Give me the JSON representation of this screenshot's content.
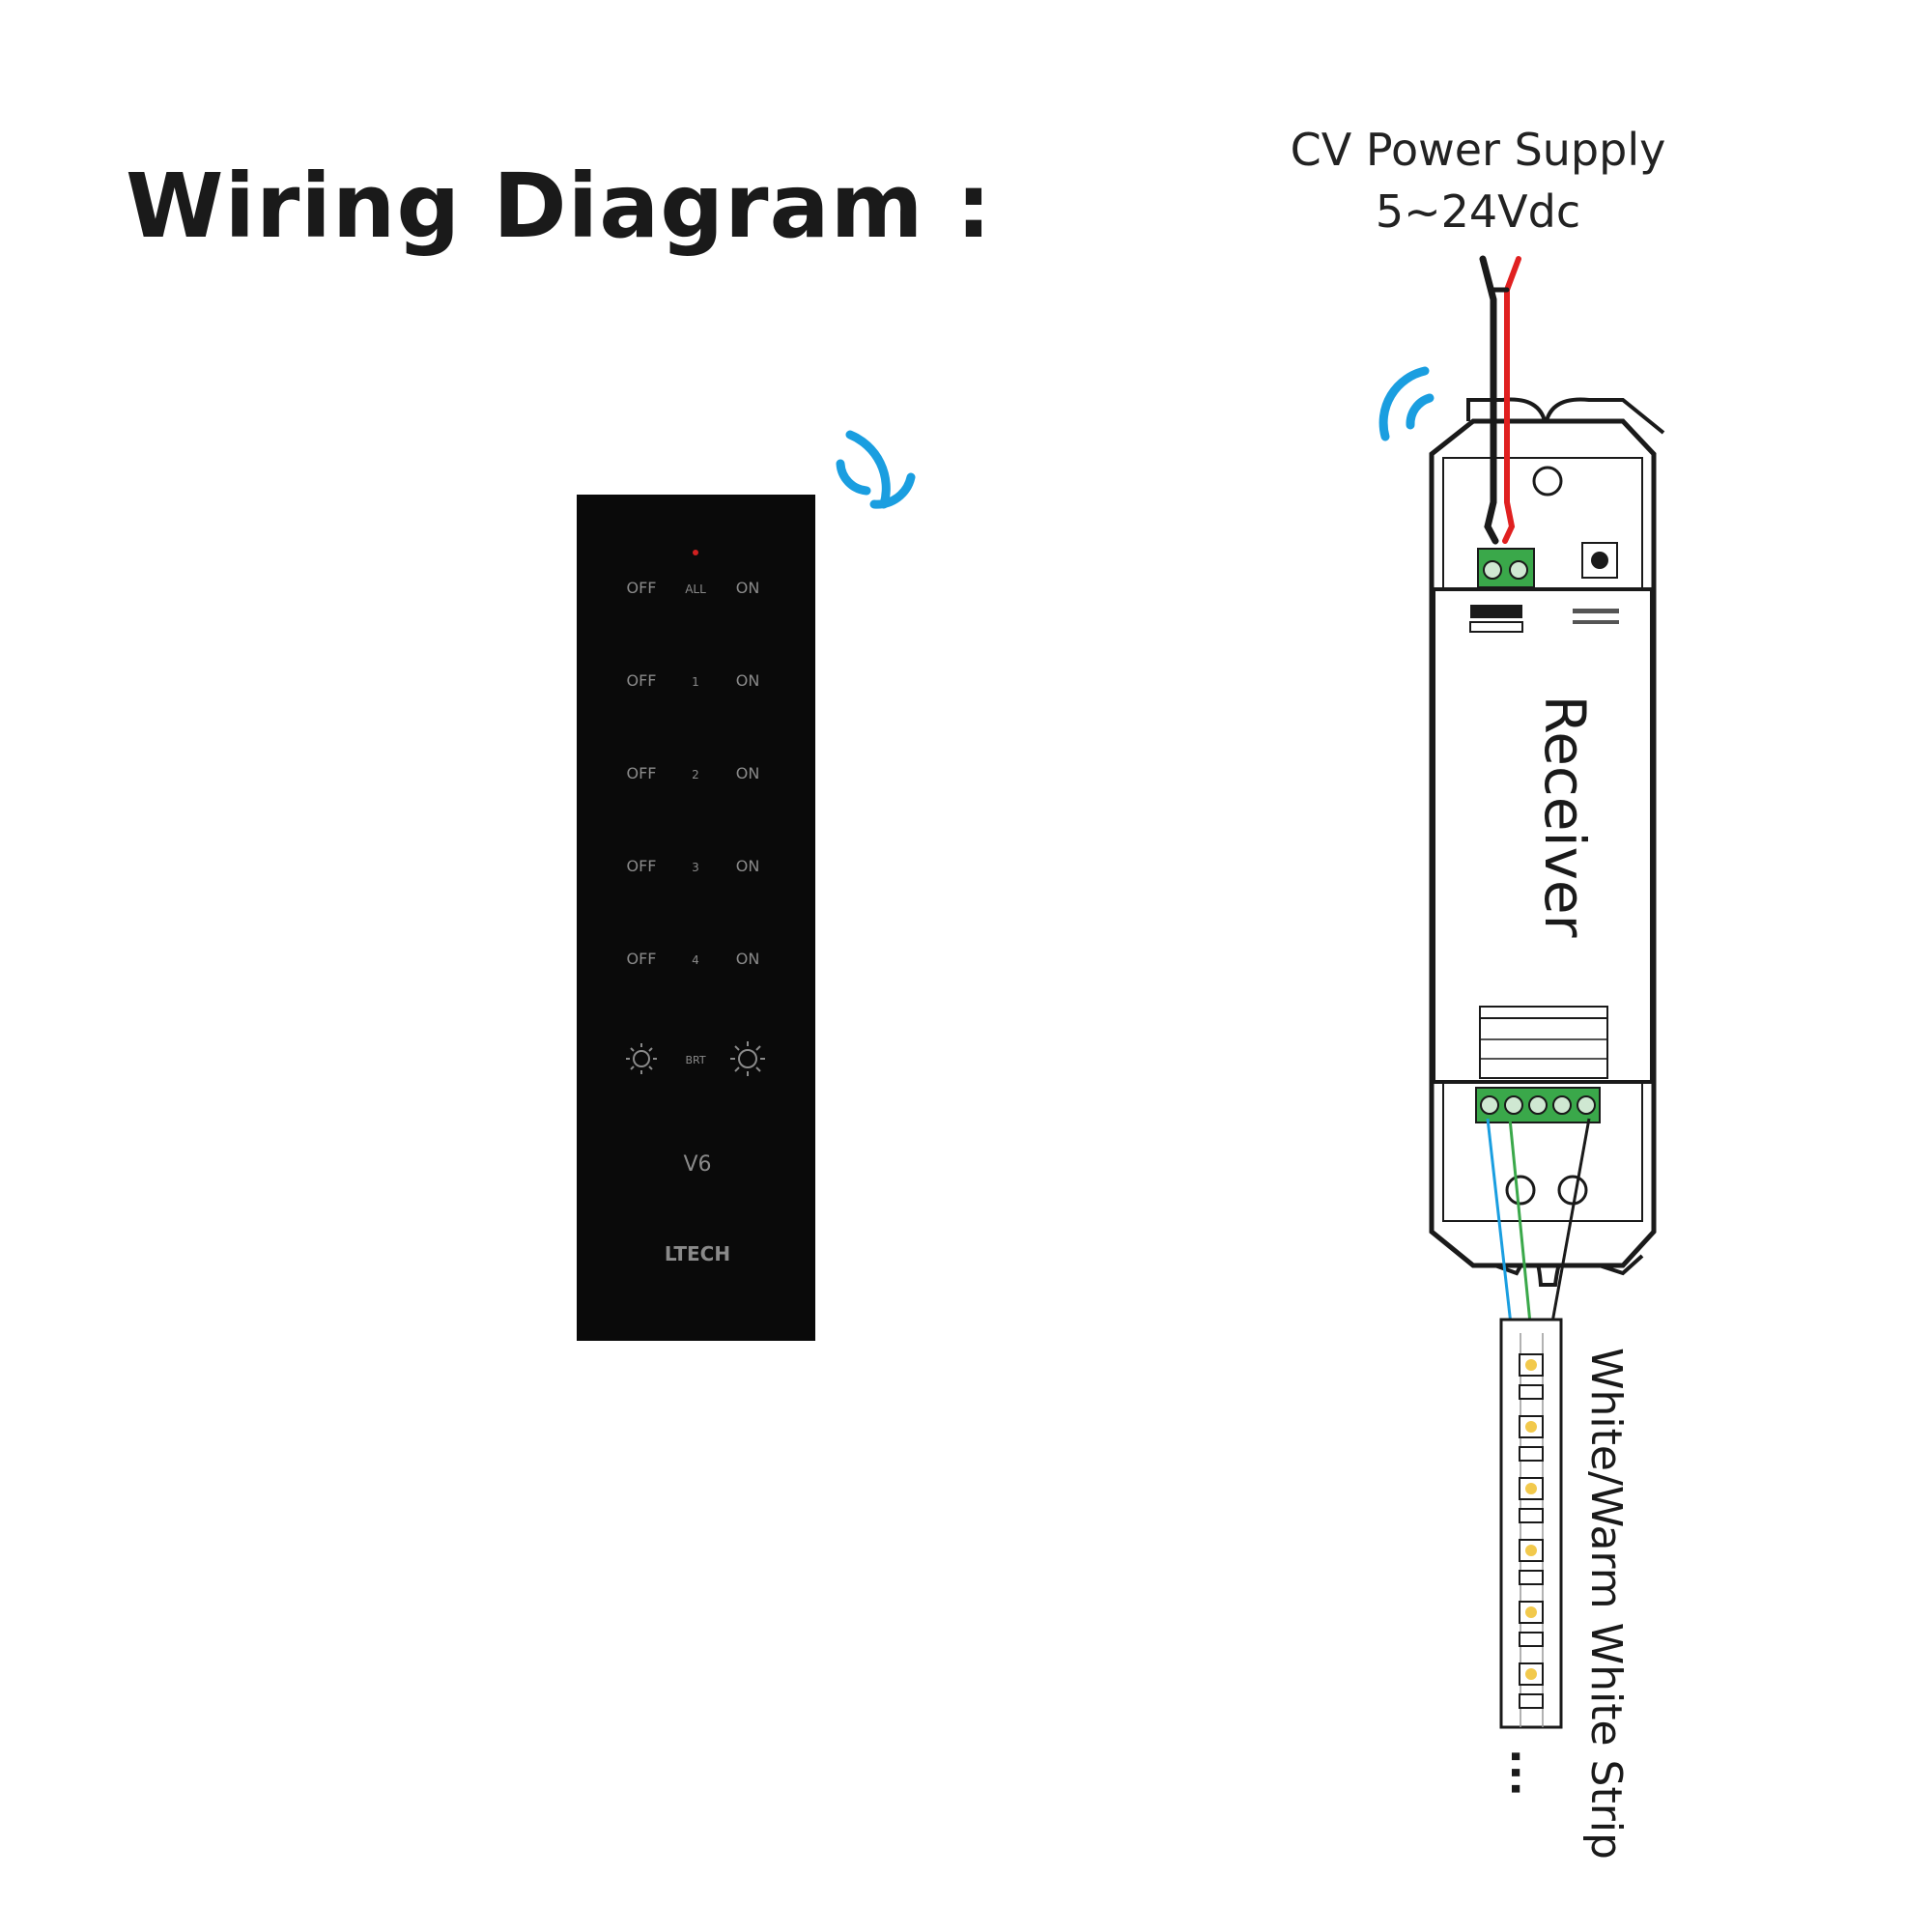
{
  "title": "Wiring Diagram :",
  "power_supply": {
    "line1": "CV Power Supply",
    "line2": "5~24Vdc"
  },
  "receiver": {
    "label": "Receiver"
  },
  "strip": {
    "label": "White/Warm White Strip",
    "continuation": "..."
  },
  "remote": {
    "rows": [
      {
        "left": "OFF",
        "center": "ALL",
        "right": "ON"
      },
      {
        "left": "OFF",
        "center": "1",
        "right": "ON"
      },
      {
        "left": "OFF",
        "center": "2",
        "right": "ON"
      },
      {
        "left": "OFF",
        "center": "3",
        "right": "ON"
      },
      {
        "left": "OFF",
        "center": "4",
        "right": "ON"
      }
    ],
    "brightness_center": "BRT",
    "model": "V6",
    "brand": "LTECH"
  },
  "colors": {
    "signal_blue": "#1a9ee0",
    "remote_body": "#0a0a0a",
    "wire_red": "#e02020",
    "terminal_green": "#3aa84a"
  }
}
